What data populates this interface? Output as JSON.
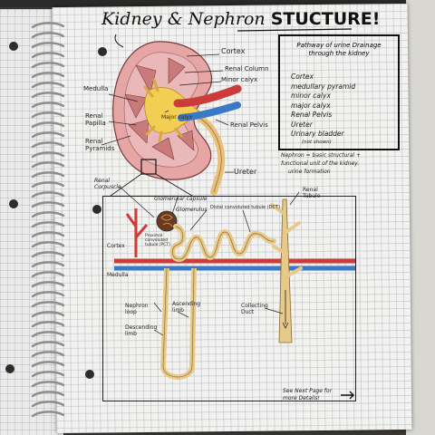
{
  "title": {
    "main": "Kidney & Nephron",
    "emph": "STUCTURE",
    "mark": "!"
  },
  "kidney_labels": {
    "cortex": "Cortex",
    "renal_column": "Renal Column",
    "minor_calyx": "Minor calyx",
    "medulla": "Medulla",
    "renal_papilla_1": "Renal",
    "renal_papilla_2": "Papilla",
    "major_calyx": "Major calyx",
    "renal_pelvis": "Renal Pelvis",
    "renal_pyramids_1": "Renal",
    "renal_pyramids_2": "Pyramids",
    "ureter": "Ureter"
  },
  "pathway": {
    "title": "Pathway of urine Drainage through the kidney",
    "steps": [
      "Cortex",
      "medullary pyramid",
      "minor calyx",
      "major calyx",
      "Renal Pelvis",
      "Ureter",
      "Urinary bladder"
    ],
    "note": "(not shown)"
  },
  "nephron_note": {
    "line1": "Nephron = basic structural +",
    "line2": "functional unit of the kidney.",
    "line3": "urine formation"
  },
  "nephron_labels": {
    "renal_corpuscle_1": "Renal",
    "renal_corpuscle_2": "Corpuscle",
    "glomerular_capsule": "Glomerular capsule",
    "glomerulus": "Glomerulus",
    "pct": "Proximal convoluted tubule (PCT)",
    "dct": "Distal convoluted tubule (DCT)",
    "renal_tubule_1": "Renal",
    "renal_tubule_2": "Tubule",
    "cortex": "Cortex",
    "medulla": "Medulla",
    "nephron_loop_1": "Nephron",
    "nephron_loop_2": "loop",
    "ascending_limb_1": "Ascending",
    "ascending_limb_2": "limb",
    "descending_limb_1": "Descending",
    "descending_limb_2": "limb",
    "collecting_duct_1": "Collecting",
    "collecting_duct_2": "Duct"
  },
  "footer": {
    "line1": "See Next Page for",
    "line2": "more Details!"
  },
  "colors": {
    "kidney_pink": "#e6a6a6",
    "pyramid": "#c97a7a",
    "pelvis_yellow": "#f2cf52",
    "ureter": "#e8c07a",
    "artery": "#cc3a3a",
    "vein": "#3a78c8",
    "duct": "#e7c98a"
  }
}
